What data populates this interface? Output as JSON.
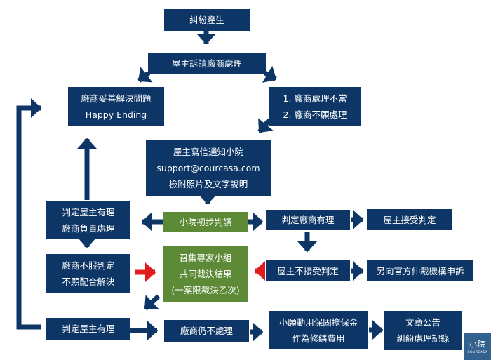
{
  "colors": {
    "primary": "#0d3666",
    "green": "#5c8a36",
    "red": "#e21c1c",
    "watermark": "#33628f"
  },
  "nodes": {
    "dispute": {
      "lines": [
        "糾紛產生"
      ]
    },
    "owner_request": {
      "lines": [
        "屋主訴請廠商處理"
      ]
    },
    "happy_ending": {
      "lines": [
        "廠商妥善解決問題",
        "Happy Ending"
      ]
    },
    "vendor_issue": {
      "lines": [
        "1. 廠商處理不當",
        "2. 廠商不願處理"
      ]
    },
    "notify": {
      "lines": [
        "屋主寫信通知小院",
        "support@courcasa.com",
        "檢附照片及文字說明"
      ]
    },
    "preliminary": {
      "lines": [
        "小院初步判讀"
      ]
    },
    "owner_right_vendor_handle": {
      "lines": [
        "判定屋主有理",
        "廠商負責處理"
      ]
    },
    "vendor_right": {
      "lines": [
        "判定廠商有理"
      ]
    },
    "owner_accept": {
      "lines": [
        "屋主接受判定"
      ]
    },
    "vendor_refuse": {
      "lines": [
        "廠商不服判定",
        "不願配合解決"
      ]
    },
    "expert_panel": {
      "lines": [
        "召集專家小組",
        "共同裁決結果",
        "(一案限裁決乙次)"
      ]
    },
    "owner_not_accept": {
      "lines": [
        "屋主不接受判定"
      ]
    },
    "official_appeal": {
      "lines": [
        "另向官方仲裁機構申訴"
      ]
    },
    "owner_right": {
      "lines": [
        "判定屋主有理"
      ]
    },
    "vendor_still_refuse": {
      "lines": [
        "廠商仍不處理"
      ]
    },
    "use_deposit": {
      "lines": [
        "小願動用保固擔保金",
        "作為修繕費用"
      ]
    },
    "announce": {
      "lines": [
        "文章公告",
        "糾紛處理記錄"
      ]
    }
  },
  "watermark": {
    "title": "小院",
    "subtitle": "COURCASA"
  }
}
